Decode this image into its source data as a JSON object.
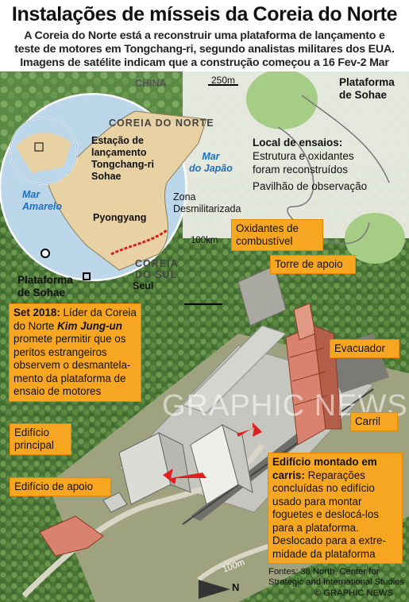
{
  "title": "Instalações de mísseis da Coreia do Norte",
  "subtitle": [
    "A Coreia do Norte está a reconstruir uma plataforma de lançamento e",
    "teste de motores em Tongchang-ri, segundo analistas militares dos EUA.",
    "Imagens de satélite indicam que a construção começou a 16 Fev-2 Mar"
  ],
  "map": {
    "china": "CHINA",
    "north_korea": "COREIA DO NORTE",
    "station": [
      "Estação de",
      "lançamento",
      "Tongchang-ri",
      "Sohae"
    ],
    "sea_japan": [
      "Mar",
      "do Japão"
    ],
    "sea_yellow": [
      "Mar",
      "Amarelo"
    ],
    "pyongyang": "Pyongyang",
    "dmz": [
      "Zona",
      "Desmilitarizada"
    ],
    "south_korea": [
      "COREIA",
      "DO SUL"
    ],
    "seoul": "Seul",
    "scale": "100km",
    "pad_label": [
      "Plataforma",
      "de Sohae"
    ]
  },
  "inset": {
    "scale": "250m",
    "pad": [
      "Plataforma",
      "de Sohae"
    ],
    "test_site_heading": "Local de ensaios:",
    "test_site_text": [
      "Estrutura e oxidantes",
      "foram reconstruídos"
    ],
    "pavilion": "Pavilhão de observação"
  },
  "labels": {
    "oxidants": [
      "Oxidantes de",
      "combustível"
    ],
    "tower": "Torre de apoio",
    "evacuator": "Evacuador",
    "rail": "Carril",
    "main_building": [
      "Edifício",
      "principal"
    ],
    "support_building": "Edifício de apoio"
  },
  "set2018": {
    "lead": "Set 2018:",
    "line1": " Líder da Coreia",
    "line2a": "do Norte ",
    "name": "Kim Jung-un",
    "rest": [
      "promete permitir que os",
      "peritos estrangeiros",
      "observem o desmantela-",
      "mento da plataforma de",
      "ensaio de motores"
    ]
  },
  "railbuilding": {
    "heading": [
      "Edifício montado em",
      "carris:"
    ],
    "first_rest": " Reparações",
    "text": [
      "concluídas no edifício",
      "usado para montar",
      "foguetes e deslocá-los",
      "para a plataforma.",
      "Deslocado para a extre-",
      "midade da plataforma"
    ]
  },
  "scale_bottom": "100m",
  "north": "N",
  "sources": [
    "Fontes: 38 North, Center for",
    "Strategic and International Studies"
  ],
  "copyright": "© GRAPHIC NEWS",
  "watermark": "GRAPHIC NEWS",
  "colors": {
    "orange": "#f7a622",
    "land": "#e8d2a3",
    "sea": "#bcd6ea",
    "forest": "#4f7a3a",
    "building_red": "#d9826f"
  }
}
